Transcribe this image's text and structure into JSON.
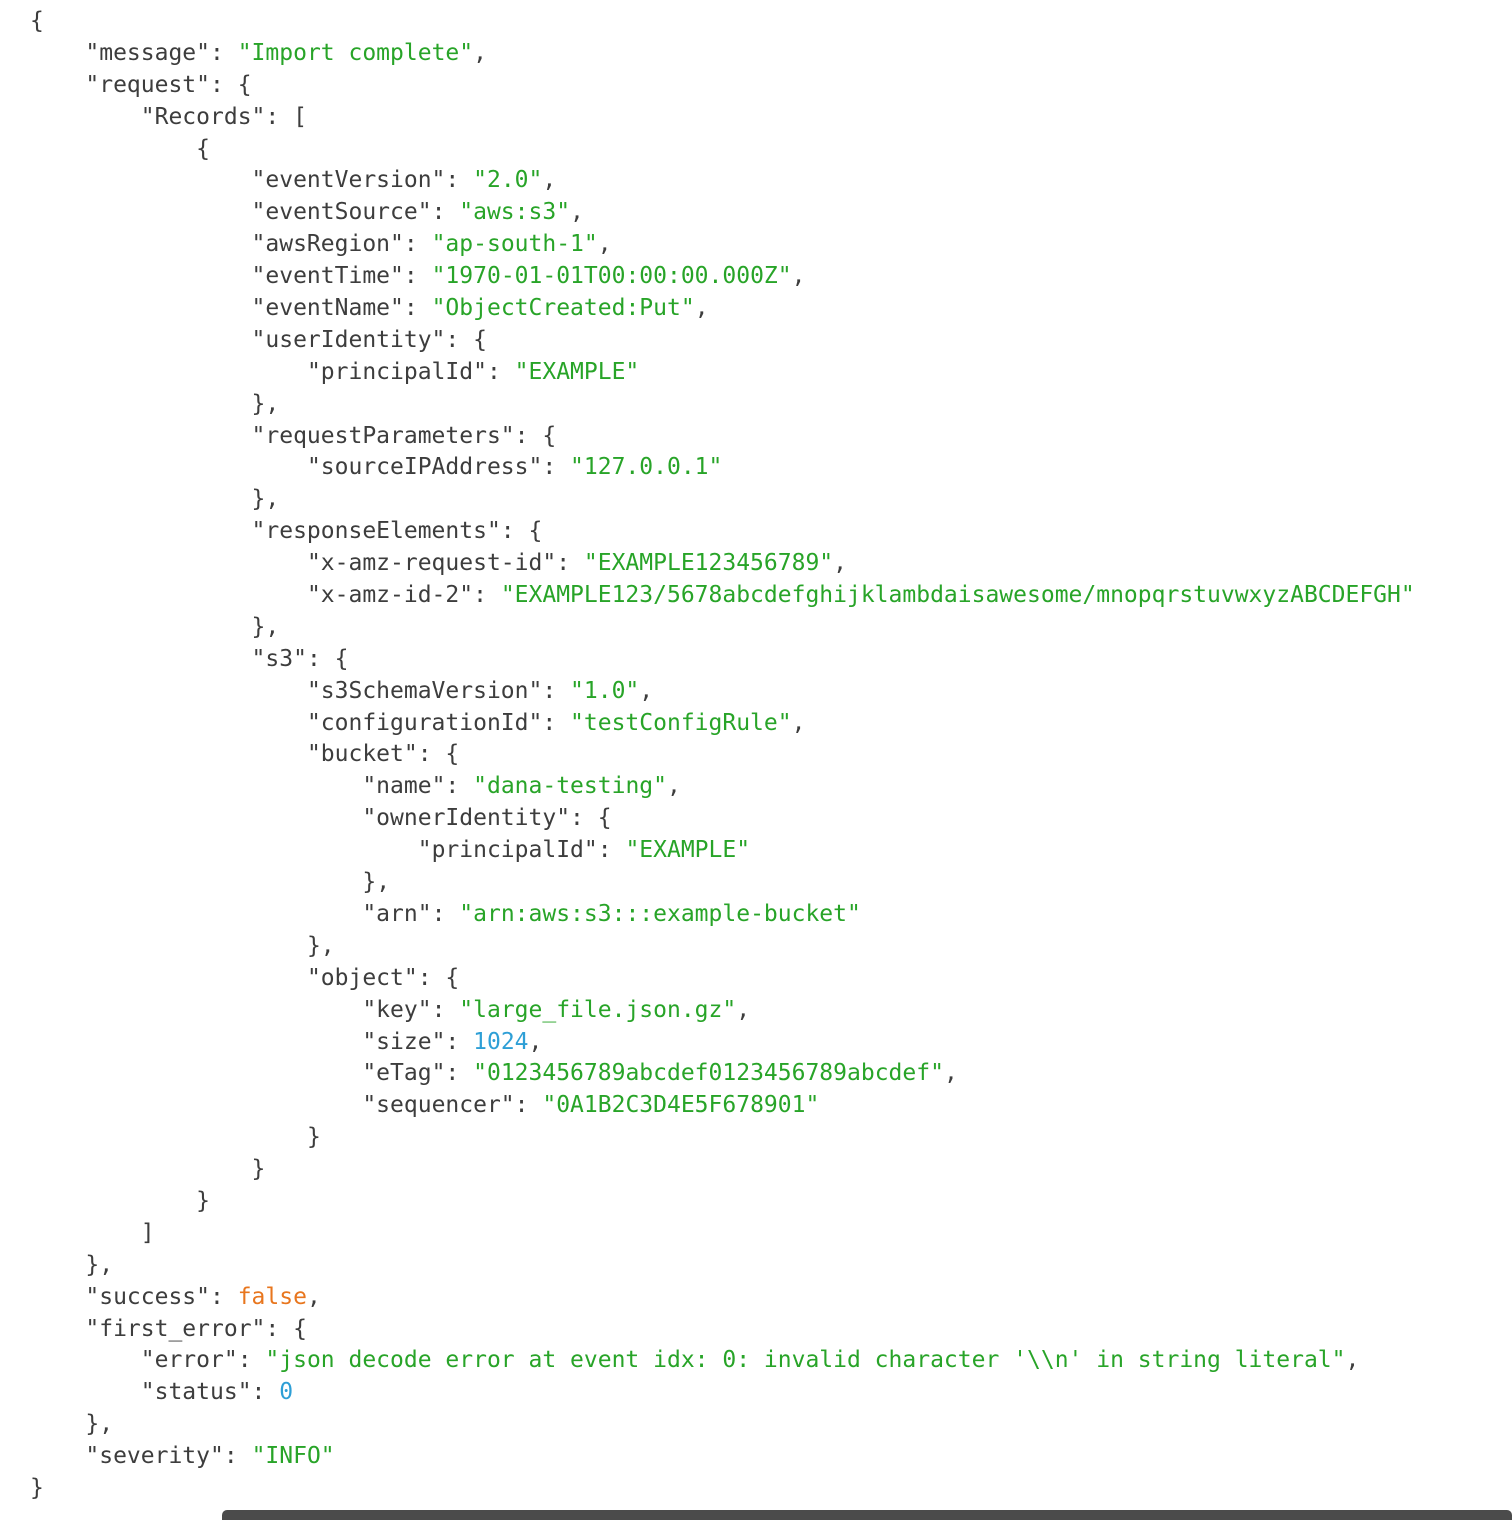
{
  "colors": {
    "key": "#3d3d3d",
    "punct": "#3d3d3d",
    "string": "#28a428",
    "number": "#2e9fd6",
    "boolean": "#e8761e",
    "edge": "#4b4b4b"
  },
  "json_view": {
    "lines": [
      {
        "indent": 0,
        "open": "{"
      },
      {
        "indent": 1,
        "key": "message",
        "value": "Import complete",
        "vtype": "string",
        "comma": true
      },
      {
        "indent": 1,
        "key": "request",
        "open": "{"
      },
      {
        "indent": 2,
        "key": "Records",
        "open": "["
      },
      {
        "indent": 3,
        "open": "{"
      },
      {
        "indent": 4,
        "key": "eventVersion",
        "value": "2.0",
        "vtype": "string",
        "comma": true
      },
      {
        "indent": 4,
        "key": "eventSource",
        "value": "aws:s3",
        "vtype": "string",
        "comma": true
      },
      {
        "indent": 4,
        "key": "awsRegion",
        "value": "ap-south-1",
        "vtype": "string",
        "comma": true
      },
      {
        "indent": 4,
        "key": "eventTime",
        "value": "1970-01-01T00:00:00.000Z",
        "vtype": "string",
        "comma": true
      },
      {
        "indent": 4,
        "key": "eventName",
        "value": "ObjectCreated:Put",
        "vtype": "string",
        "comma": true
      },
      {
        "indent": 4,
        "key": "userIdentity",
        "open": "{"
      },
      {
        "indent": 5,
        "key": "principalId",
        "value": "EXAMPLE",
        "vtype": "string"
      },
      {
        "indent": 4,
        "close": "}",
        "comma": true
      },
      {
        "indent": 4,
        "key": "requestParameters",
        "open": "{"
      },
      {
        "indent": 5,
        "key": "sourceIPAddress",
        "value": "127.0.0.1",
        "vtype": "string"
      },
      {
        "indent": 4,
        "close": "}",
        "comma": true
      },
      {
        "indent": 4,
        "key": "responseElements",
        "open": "{"
      },
      {
        "indent": 5,
        "key": "x-amz-request-id",
        "value": "EXAMPLE123456789",
        "vtype": "string",
        "comma": true
      },
      {
        "indent": 5,
        "key": "x-amz-id-2",
        "value": "EXAMPLE123/5678abcdefghijklambdaisawesome/mnopqrstuvwxyzABCDEFGH",
        "vtype": "string"
      },
      {
        "indent": 4,
        "close": "}",
        "comma": true
      },
      {
        "indent": 4,
        "key": "s3",
        "open": "{"
      },
      {
        "indent": 5,
        "key": "s3SchemaVersion",
        "value": "1.0",
        "vtype": "string",
        "comma": true
      },
      {
        "indent": 5,
        "key": "configurationId",
        "value": "testConfigRule",
        "vtype": "string",
        "comma": true
      },
      {
        "indent": 5,
        "key": "bucket",
        "open": "{"
      },
      {
        "indent": 6,
        "key": "name",
        "value": "dana-testing",
        "vtype": "string",
        "comma": true
      },
      {
        "indent": 6,
        "key": "ownerIdentity",
        "open": "{"
      },
      {
        "indent": 7,
        "key": "principalId",
        "value": "EXAMPLE",
        "vtype": "string"
      },
      {
        "indent": 6,
        "close": "}",
        "comma": true
      },
      {
        "indent": 6,
        "key": "arn",
        "value": "arn:aws:s3:::example-bucket",
        "vtype": "string"
      },
      {
        "indent": 5,
        "close": "}",
        "comma": true
      },
      {
        "indent": 5,
        "key": "object",
        "open": "{"
      },
      {
        "indent": 6,
        "key": "key",
        "value": "large_file.json.gz",
        "vtype": "string",
        "comma": true
      },
      {
        "indent": 6,
        "key": "size",
        "value": 1024,
        "vtype": "number",
        "comma": true
      },
      {
        "indent": 6,
        "key": "eTag",
        "value": "0123456789abcdef0123456789abcdef",
        "vtype": "string",
        "comma": true
      },
      {
        "indent": 6,
        "key": "sequencer",
        "value": "0A1B2C3D4E5F678901",
        "vtype": "string"
      },
      {
        "indent": 5,
        "close": "}"
      },
      {
        "indent": 4,
        "close": "}"
      },
      {
        "indent": 3,
        "close": "}"
      },
      {
        "indent": 2,
        "close": "]"
      },
      {
        "indent": 1,
        "close": "}",
        "comma": true
      },
      {
        "indent": 1,
        "key": "success",
        "value": false,
        "vtype": "boolean",
        "comma": true
      },
      {
        "indent": 1,
        "key": "first_error",
        "open": "{"
      },
      {
        "indent": 2,
        "key": "error",
        "value": "json decode error at event idx: 0: invalid character '\\\\n' in string literal",
        "vtype": "string",
        "comma": true
      },
      {
        "indent": 2,
        "key": "status",
        "value": 0,
        "vtype": "number"
      },
      {
        "indent": 1,
        "close": "}",
        "comma": true
      },
      {
        "indent": 1,
        "key": "severity",
        "value": "INFO",
        "vtype": "string"
      },
      {
        "indent": 0,
        "close": "}"
      }
    ]
  }
}
